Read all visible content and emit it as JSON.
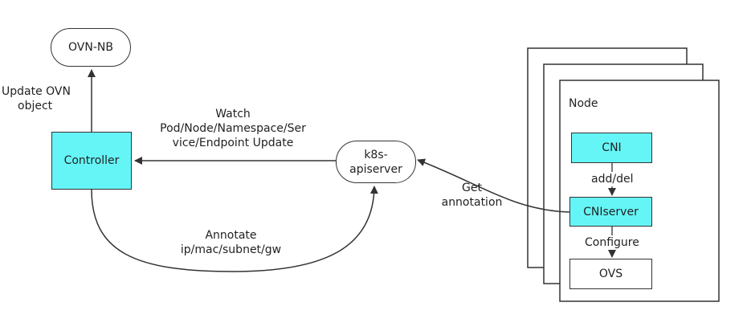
{
  "nodes": {
    "ovn_nb": "OVN-NB",
    "controller": "Controller",
    "apiserver_line1": "k8s-",
    "apiserver_line2": "apiserver",
    "node_label": "Node",
    "cni": "CNI",
    "cniserver": "CNIserver",
    "ovs": "OVS"
  },
  "edges": {
    "update_ovn_line1": "Update OVN",
    "update_ovn_line2": "object",
    "watch_line1": "Watch",
    "watch_line2": "Pod/Node/Namespace/Ser",
    "watch_line3": "vice/Endpoint Update",
    "annotate_line1": "Annotate",
    "annotate_line2": "ip/mac/subnet/gw",
    "get_annotation_line1": "Get",
    "get_annotation_line2": "annotation",
    "add_del": "add/del",
    "configure": "Configure"
  },
  "colors": {
    "highlight": "#66f5f7",
    "stroke": "#333333"
  }
}
